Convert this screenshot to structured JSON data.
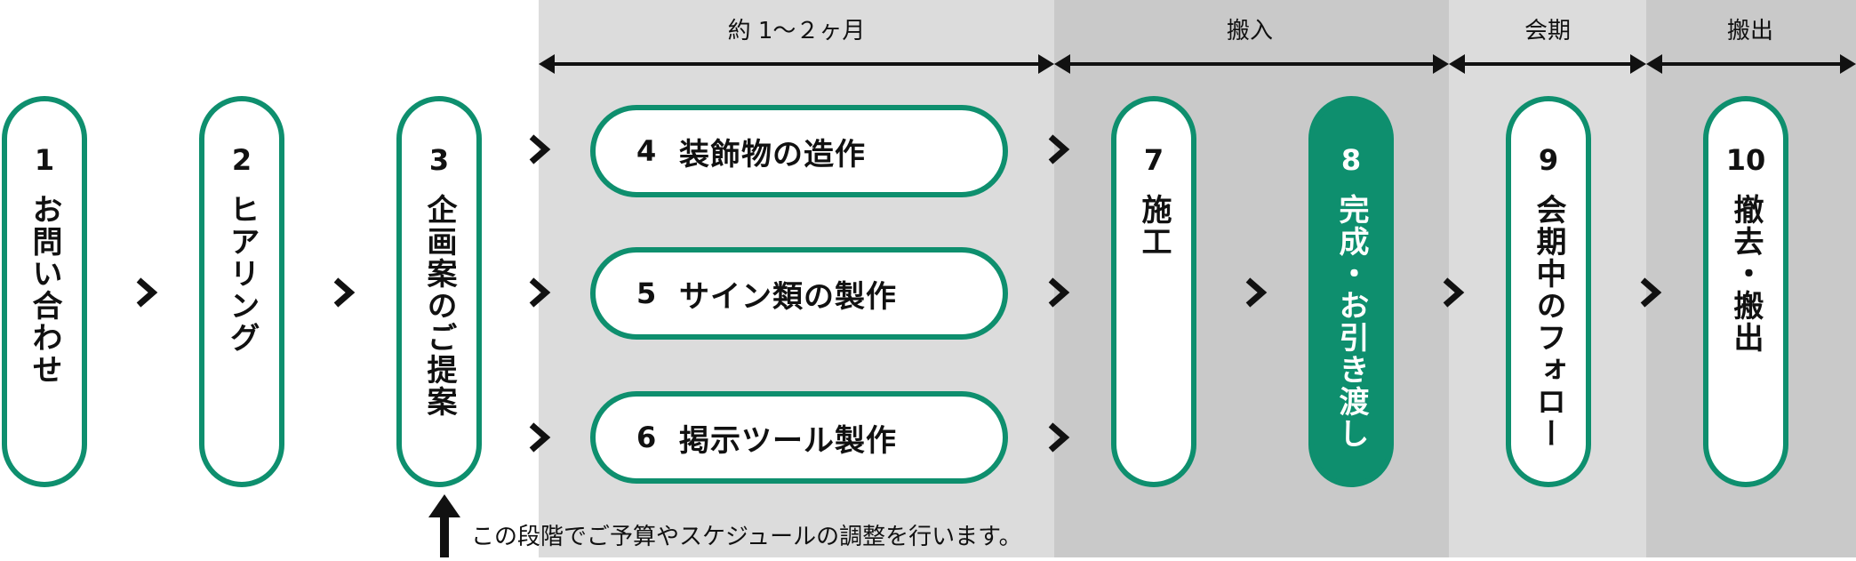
{
  "phases": [
    {
      "label": "約 1〜２ヶ月"
    },
    {
      "label": "搬入"
    },
    {
      "label": "会期"
    },
    {
      "label": "搬出"
    }
  ],
  "steps": [
    {
      "num": "1",
      "label": "お問い合わせ"
    },
    {
      "num": "2",
      "label": "ヒアリング"
    },
    {
      "num": "3",
      "label": "企画案のご提案"
    },
    {
      "num": "4",
      "label": "装飾物の造作"
    },
    {
      "num": "5",
      "label": "サイン類の製作"
    },
    {
      "num": "6",
      "label": "掲示ツール製作"
    },
    {
      "num": "7",
      "label": "施工"
    },
    {
      "num": "8",
      "label": "完成・お引き渡し"
    },
    {
      "num": "9",
      "label": "会期中のフォロー"
    },
    {
      "num": "10",
      "label": "撤去・搬出"
    }
  ],
  "note": "この段階でご予算やスケジュールの調整を行います。",
  "colors": {
    "accent": "#0e8f6e",
    "band_light": "#dcdcdc",
    "band_dark": "#c9c9c9"
  }
}
